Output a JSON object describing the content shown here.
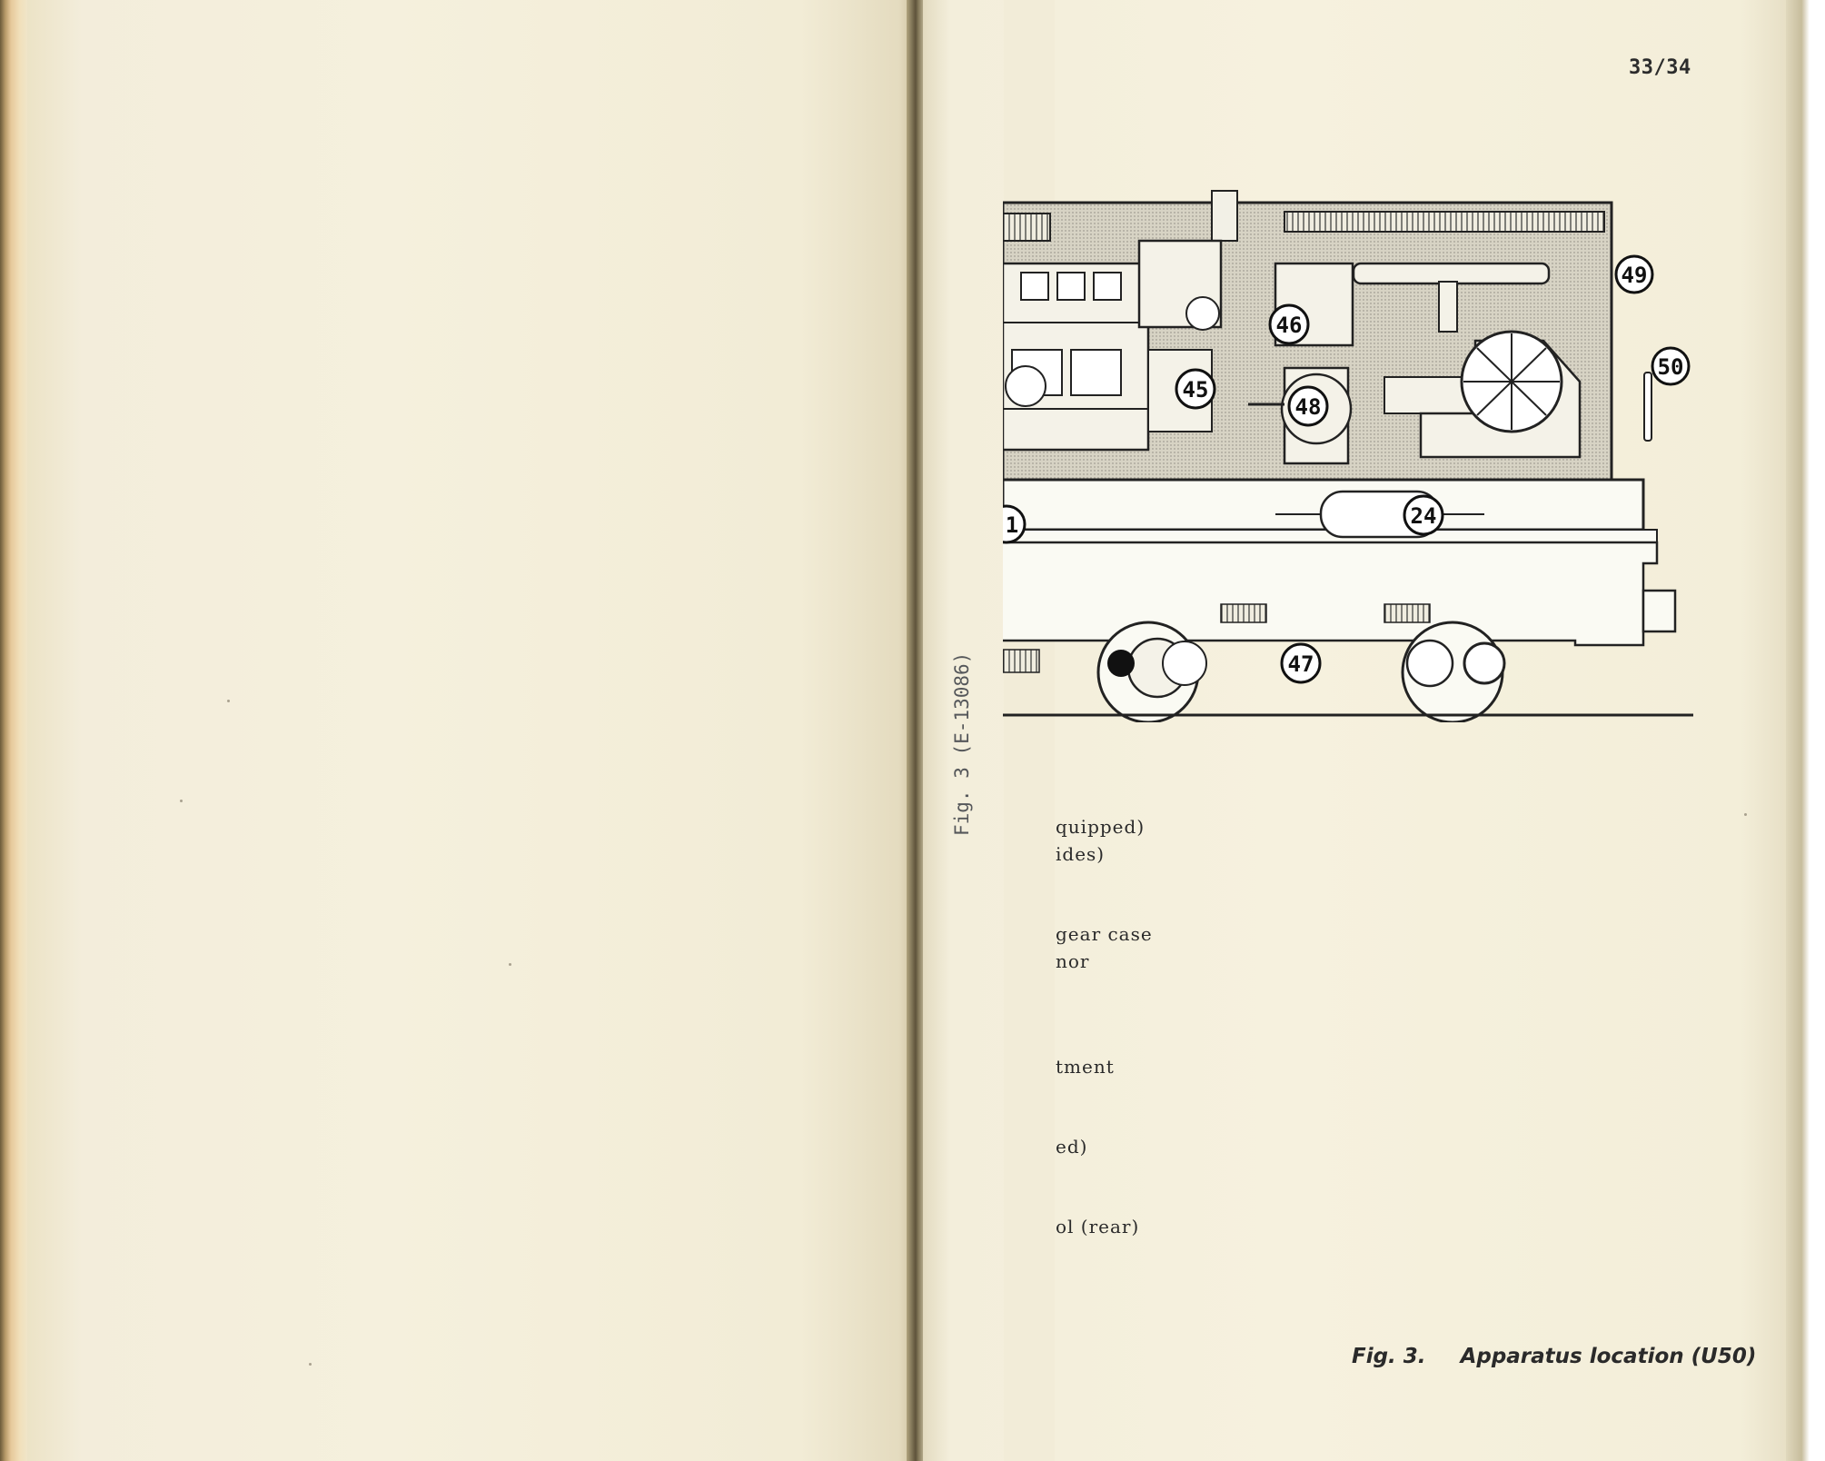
{
  "page_number": "33/34",
  "figure_side_label": "Fig. 3 (E-13086)",
  "callouts": [
    "49",
    "50",
    "46",
    "45",
    "48",
    "24",
    "1",
    "47"
  ],
  "legend_fragments": [
    "quipped)",
    "ides)",
    "gear case",
    "nor",
    "tment",
    "ed)",
    "ol (rear)"
  ],
  "caption": {
    "number": "Fig. 3.",
    "title": "Apparatus location (U50)"
  }
}
